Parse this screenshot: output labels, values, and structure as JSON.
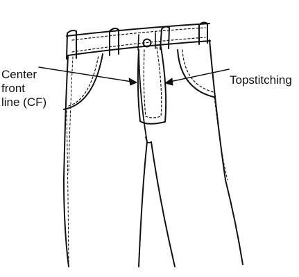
{
  "labels": {
    "center_front": {
      "lines": [
        "Center",
        "front",
        "line (CF)"
      ]
    },
    "topstitching": "Topstitching"
  },
  "colors": {
    "ink": "#111111",
    "background": "#ffffff"
  }
}
